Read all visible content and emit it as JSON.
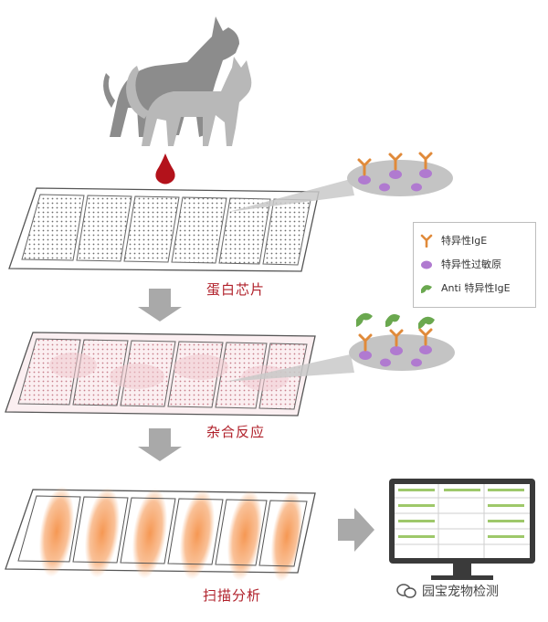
{
  "steps": {
    "protein_chip": "蛋白芯片",
    "hybridization": "杂合反应",
    "scan_analysis": "扫描分析"
  },
  "legend": {
    "items": [
      {
        "label": "特异性IgE",
        "icon": "igE-antibody-icon",
        "color": "#e08a3a"
      },
      {
        "label": "特异性过敏原",
        "icon": "allergen-icon",
        "color": "#b07ad0"
      },
      {
        "label": "Anti 特异性IgE",
        "icon": "anti-ige-icon",
        "color": "#6aa84f"
      }
    ]
  },
  "watermark": {
    "text": "园宝宠物检测"
  },
  "colors": {
    "blood": "#b3121b",
    "arrow_gray": "#a9a9a9",
    "label_red": "#b0202a",
    "scan_orange": "#f5924a",
    "pink_tint": "#f1c9cf",
    "monitor_green": "#9ec86a"
  }
}
